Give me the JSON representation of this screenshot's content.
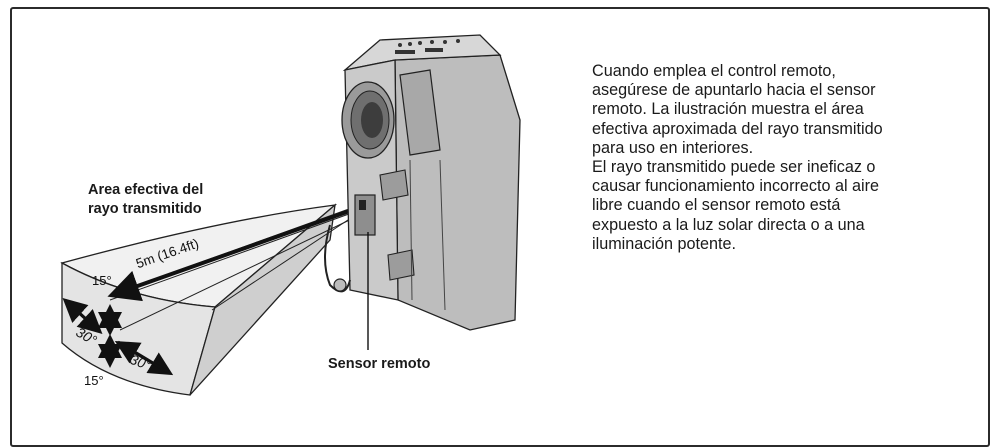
{
  "beam_area": {
    "title_lines": [
      "Area efectiva del",
      "rayo transmitido"
    ],
    "distance_label": "5m (16.4ft)",
    "angle_top": "15°",
    "angle_bottom": "15°",
    "angle_left": "30°",
    "angle_right": "30°"
  },
  "sensor": {
    "label": "Sensor remoto"
  },
  "description": {
    "lines": [
      "Cuando emplea el control remoto,",
      "asegúrese de apuntarlo hacia el sensor",
      "remoto. La ilustración muestra el área",
      "efectiva aproximada del rayo transmitido",
      "para uso en interiores.",
      "El rayo transmitido puede ser ineficaz o",
      "causar funcionamiento incorrecto al aire",
      "libre cuando el sensor remoto está",
      "expuesto a la luz solar directa o a una",
      "iluminación potente."
    ]
  },
  "colors": {
    "border": "#2b2b2b",
    "camera_body": "#c4c4c4",
    "camera_dark": "#8a8a8a",
    "beam_face": "#e4e4e4",
    "ink": "#1a1a1a"
  }
}
